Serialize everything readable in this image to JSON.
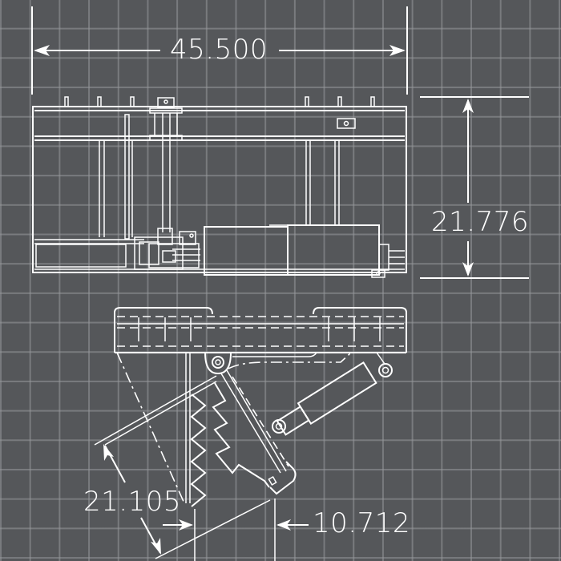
{
  "drawing": {
    "background_color": "#55575a",
    "grid_color": "#7a7c80",
    "line_color": "#ffffff",
    "views": [
      {
        "name": "top-view",
        "description": "Top/plan view of attachment frame"
      },
      {
        "name": "side-view",
        "description": "Side view showing grapple jaw and hydraulic cylinder"
      }
    ]
  },
  "dimensions": {
    "overall_width": {
      "value": "45.500",
      "orientation": "horizontal"
    },
    "overall_depth": {
      "value": "21.776",
      "orientation": "vertical"
    },
    "jaw_opening_length": {
      "value": "21.105",
      "orientation": "angled"
    },
    "jaw_gap": {
      "value": "10.712",
      "orientation": "horizontal"
    }
  }
}
